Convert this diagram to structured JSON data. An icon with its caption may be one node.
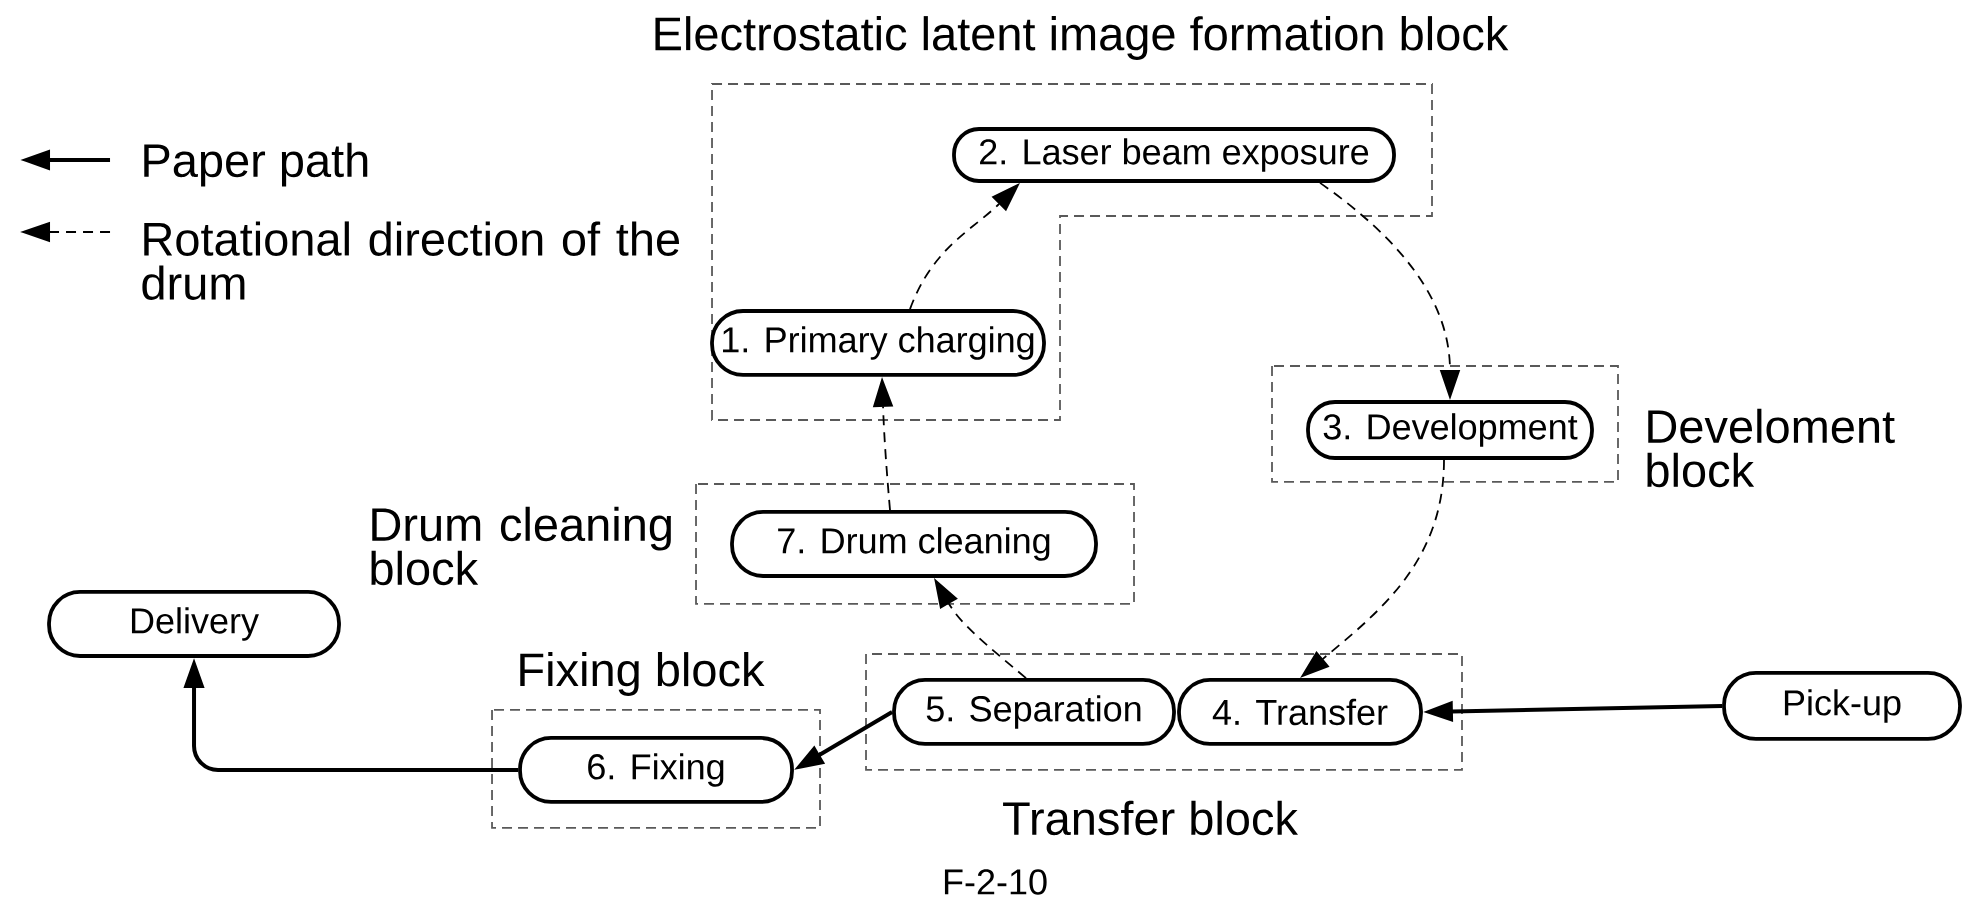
{
  "diagram": {
    "caption": "F-2-10",
    "nodes": [
      {
        "text": [
          "Electrostatic latent image formation block"
        ]
      },
      {
        "text": [
          "2. Laser beam exposure"
        ],
        "in": 0
      },
      {
        "text": [
          "1. Primary charging"
        ],
        "in": 0
      },
      {
        "text": [
          "Develoment block"
        ]
      },
      {
        "text": [
          "3. Development"
        ],
        "in": 3
      },
      {
        "text": [
          "Drum cleaning block"
        ]
      },
      {
        "text": [
          "7. Drum cleaning"
        ],
        "in": 5
      },
      {
        "text": [
          "Delivery"
        ]
      },
      {
        "text": [
          "Fixing block"
        ]
      },
      {
        "text": [
          "6. Fixing"
        ],
        "in": 8
      },
      {
        "text": [
          "Transfer block"
        ]
      },
      {
        "text": [
          "5. Separation"
        ],
        "in": 10
      },
      {
        "text": [
          "4. Transfer"
        ],
        "in": 10
      },
      {
        "text": [
          "Pick-up"
        ]
      }
    ],
    "edges": [
      {
        "from": 2,
        "to": 1,
        "arrow": "to",
        "style": "dashed"
      },
      {
        "from": 1,
        "to": 4,
        "arrow": "to",
        "style": "dashed"
      },
      {
        "from": 4,
        "to": 12,
        "arrow": "to",
        "style": "dashed"
      },
      {
        "from": 11,
        "to": 6,
        "arrow": "to",
        "style": "dashed"
      },
      {
        "from": 6,
        "to": 2,
        "arrow": "to",
        "style": "dashed"
      },
      {
        "from": 13,
        "to": 12,
        "arrow": "to"
      },
      {
        "from": 11,
        "to": 9,
        "arrow": "to"
      },
      {
        "from": 9,
        "to": 7,
        "arrow": "to"
      }
    ],
    "legend": [
      {
        "text": "Paper path"
      },
      {
        "text": "Rotational direction of the drum"
      }
    ]
  }
}
